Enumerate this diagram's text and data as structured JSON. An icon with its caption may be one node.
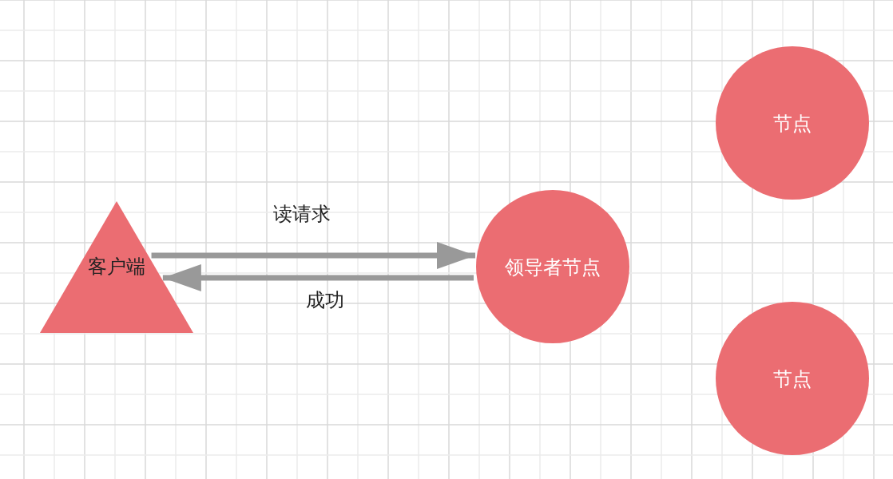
{
  "diagram": {
    "nodes": [
      {
        "text": [
          "客户端"
        ]
      },
      {
        "text": [
          "领导者节点"
        ]
      },
      {
        "text": [
          "节点"
        ]
      },
      {
        "text": [
          "节点"
        ]
      }
    ],
    "edges": [
      {
        "from": 0,
        "to": 1,
        "arrow": "to",
        "label": "读请求"
      },
      {
        "from": 1,
        "to": 0,
        "arrow": "to",
        "label": "成功"
      }
    ]
  }
}
